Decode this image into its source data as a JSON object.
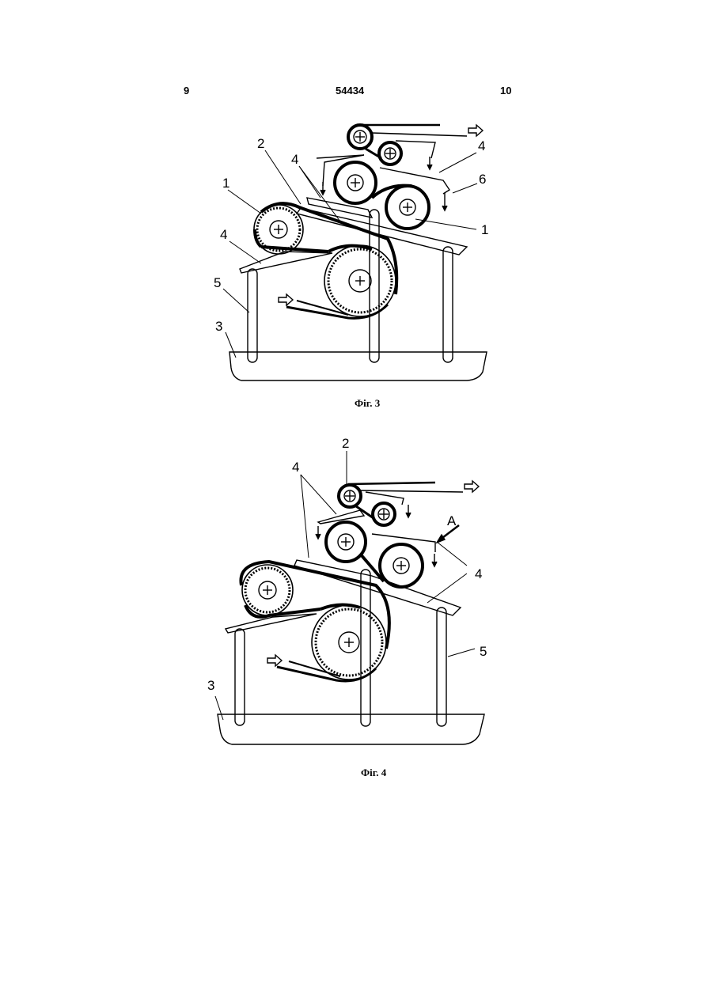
{
  "header": {
    "left_page": "9",
    "patent_number": "54434",
    "right_page": "10"
  },
  "figure3": {
    "caption": "Фіг. 3",
    "labels": {
      "l1a": "1",
      "l1b": "1",
      "l2": "2",
      "l3": "3",
      "l4a": "4",
      "l4b": "4",
      "l4c": "4",
      "l5": "5",
      "l6": "6"
    }
  },
  "figure4": {
    "caption": "Фіг. 4",
    "labels": {
      "l2": "2",
      "l3": "3",
      "l4a": "4",
      "l4b": "4",
      "l5": "5",
      "lA": "A"
    }
  },
  "icons": [
    "roller-icon",
    "feed-arrow-icon",
    "output-arrow-icon"
  ]
}
